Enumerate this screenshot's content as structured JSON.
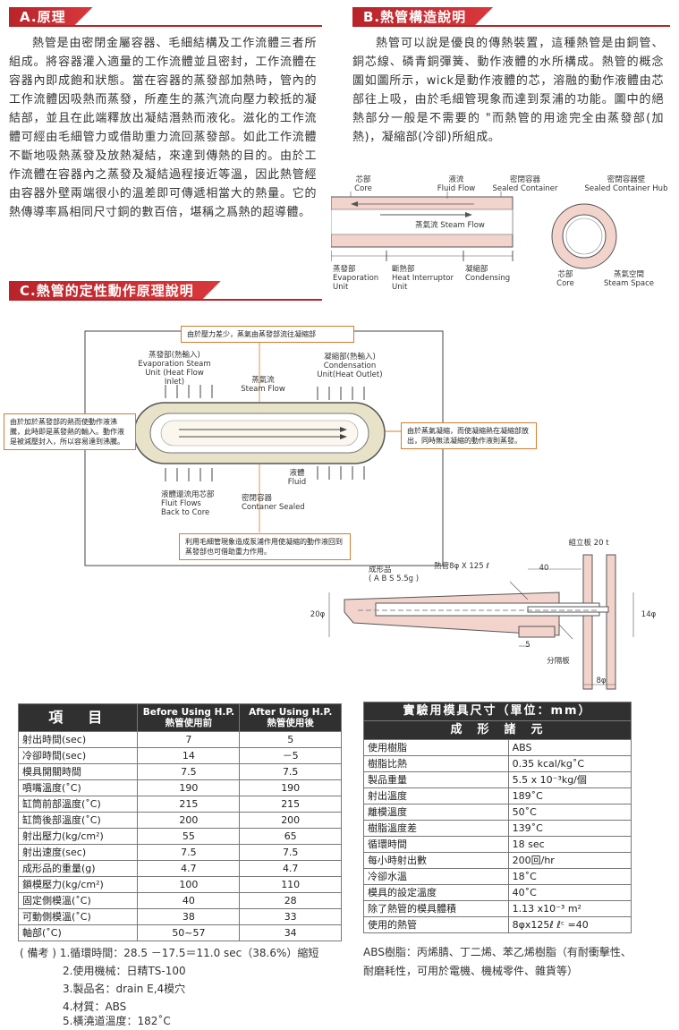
{
  "section_a": {
    "title": "A.原理",
    "text": "熱管是由密閉金屬容器、毛細結構及工作流體三者所組成。將容器灌入適量的工作流體並且密封，工作流體在容器內即成飽和狀態。當在容器的蒸發部加熱時，管內的工作流體因吸熱而蒸發，所產生的蒸汽流向壓力較抵的凝結部，並且在此端釋放出凝結潛熱而液化。滋化的工作流體可經由毛細管力或借助重力流回蒸發部。如此工作流體不斷地吸熱蒸發及放熱凝結，來達到傳熱的目的。由於工作流體在容器內之蒸發及凝結過程接近等溫，因此熱管經由容器外壁兩端很小的溫差即可傳遞相當大的熱量。它的熱傳導率爲相同尺寸銅的數百倍，堪稱之爲熱的超導體。"
  },
  "section_b": {
    "title": "B.熱管構造說明",
    "text": "熱管可以說是優良的傳熱裝置，這種熱管是由銅管、銅芯線、磷青銅彈簧、動作液體的水所構成。熱管的概念圖如圖所示，wick是動作液體的芯，溶融的動作液體由芯部往上吸，由於毛細管現象而達到泵浦的功能。圖中的絕熱部分一般是不需要的 \"而熱管的用途完全由蒸發部(加熱)，凝縮部(冷卻)所組成。",
    "diagram": {
      "core": "芯部\nCore",
      "fluid_flow": "液流\nFluid Flow",
      "sealed_container": "密閉容器\nSealed Container",
      "steam_flow": "蒸氣流 Steam Flow",
      "evaporation": "蒸發部\nEvaporation\nUnit",
      "interrupter": "斷熱部\nHeat Interruptor\nUnit",
      "condensing": "凝縮部\nCondensing",
      "hub": "密閉容器壁\nSealed Container Hub",
      "core2": "芯部\nCore",
      "steam_space": "蒸氣空間\nSteam Space"
    }
  },
  "section_c": {
    "title": "C.熱管的定性動作原理說明",
    "top_box": "由於壓力差少，蒸氣由蒸發部流往凝縮部",
    "left_box": "由於加於蒸發部的熱而使動作液沸騰，此時即是蒸發熱的輸入。動作液是被減壓封入，所以容易達到沸騰。",
    "right_box": "由於蒸氣凝縮，而使凝縮熱在凝縮部放出，同時無法凝縮的動作液則蒸發。",
    "bottom_box": "利用毛細管現象造成泵浦作用使凝縮的動作液回到蒸發部也可借助重力作用。",
    "evap_label": "蒸發部(熱輸入)\nEvaporation Steam\nUnit (Heat Flow\nInlet)",
    "steam_label": "蒸氣流\nSteam Flow",
    "cond_label": "凝縮部(熱輸入)\nCondensation\nUnit(Heat Outlet)",
    "fluid_label": "液體\nFluid",
    "fluid_back_label": "液體還流用芯部\nFluit Flows\nBack to Core",
    "container_label": "密閉容器\nContaner Sealed"
  },
  "mold_drawing": {
    "plate_label": "組立板 20 t",
    "product_label": "成形品\n( A B S 5.5g )",
    "heatpipe_label": "熱管8φ X 125 ℓ",
    "dim_40": "40",
    "dim_20": "20φ",
    "dim_14": "14φ",
    "dim_5": "5",
    "divider_label": "分隔板",
    "dim_8": "8φ"
  },
  "table1": {
    "headers": [
      "項　目",
      "Before Using H.P.\n熱管使用前",
      "After Using H.P.\n熱管使用後"
    ],
    "rows": [
      [
        "射出時間(sec)",
        "7",
        "5"
      ],
      [
        "冷卻時間(sec)",
        "14",
        "－5"
      ],
      [
        "模具開關時間",
        "7.5",
        "7.5"
      ],
      [
        "噴嘴溫度(˚C)",
        "190",
        "190"
      ],
      [
        "缸筒前部溫度(˚C)",
        "215",
        "215"
      ],
      [
        "缸筒後部溫度(˚C)",
        "200",
        "200"
      ],
      [
        "射出壓力(kg/cm²)",
        "55",
        "65"
      ],
      [
        "射出速度(sec)",
        "7.5",
        "7.5"
      ],
      [
        "成形品的重量(g)",
        "4.7",
        "4.7"
      ],
      [
        "鎖模壓力(kg/cm²)",
        "100",
        "110"
      ],
      [
        "固定側模溫(˚C)",
        "40",
        "28"
      ],
      [
        "可動側模溫(˚C)",
        "38",
        "33"
      ],
      [
        "軸部(˚C)",
        "50~57",
        "34"
      ]
    ]
  },
  "table2": {
    "title": "實驗用模具尺寸（單位：mm）",
    "subtitle": "成　形　諸　元",
    "rows": [
      [
        "使用樹脂",
        "ABS"
      ],
      [
        "樹脂比熱",
        "0.35 kcal/kg˚C"
      ],
      [
        "製品重量",
        "5.5 x 10⁻³kg/個"
      ],
      [
        "射出溫度",
        "189˚C"
      ],
      [
        "離模溫度",
        "50˚C"
      ],
      [
        "樹脂溫度差",
        "139˚C"
      ],
      [
        "循環時間",
        "18 sec"
      ],
      [
        "每小時射出數",
        "200回/hr"
      ],
      [
        "冷卻水溫",
        "18˚C"
      ],
      [
        "模具的設定溫度",
        "40˚C"
      ],
      [
        "除了熱管的模具體積",
        "1.13 x10⁻³ m²"
      ],
      [
        "使用的熱管",
        "8φx125ℓ ℓᶜ =40"
      ]
    ]
  },
  "notes": [
    "( 備考 ) 1.循環時間：28.5 －17.5＝11.0 sec（38.6%）縮短",
    "2.使用機械：日精TS-100",
    "3.製品名：drain E,4模穴",
    "4.材質：ABS",
    "5.橫澆道溫度：182˚C"
  ],
  "abs_note": "ABS樹脂：丙烯腈、丁二烯、苯乙烯樹脂（有耐衝擊性、耐磨耗性，可用於電機、機械零件、雜貨等）",
  "colors": {
    "accent": "#b8242a",
    "pipe_fill": "#f3d4cd",
    "box_border": "#d27c2e"
  }
}
